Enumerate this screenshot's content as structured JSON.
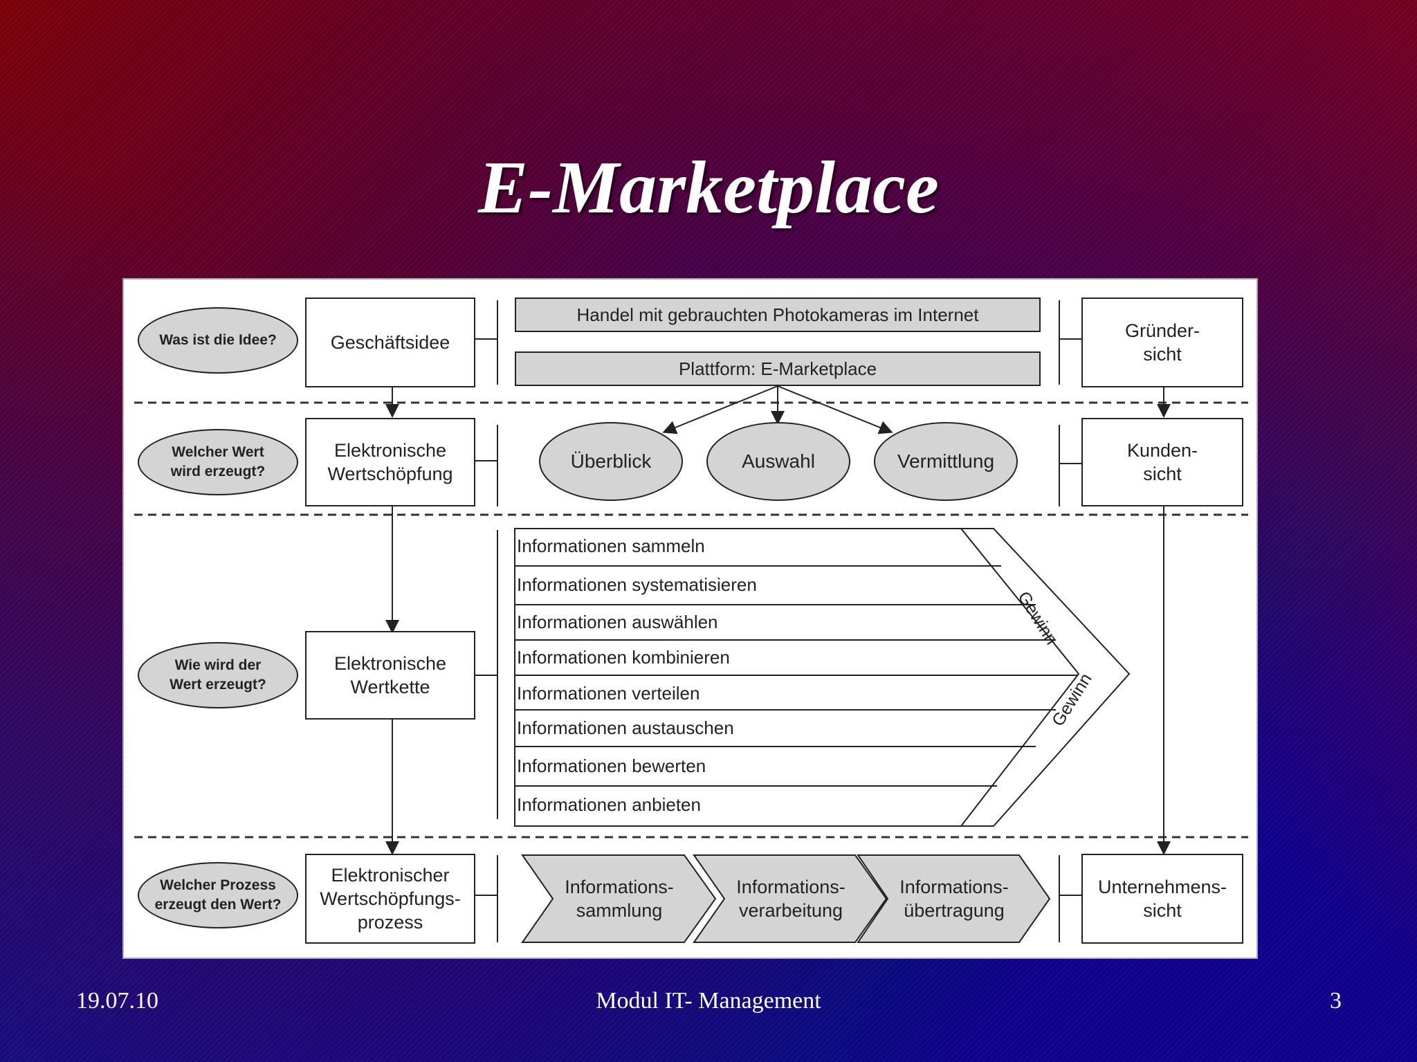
{
  "slide": {
    "title": "E-Marketplace",
    "date": "19.07.10",
    "footer": "Modul IT- Management",
    "page_number": "3"
  },
  "diagram": {
    "questions": [
      "Was ist die Idee?",
      "Welcher Wert\nwird erzeugt?",
      "Wie wird der\nWert erzeugt?",
      "Welcher Prozess\nerzeugt den Wert?"
    ],
    "levels": [
      "Geschäftsidee",
      "Elektronische\nWertschöpfung",
      "Elektronische\nWertkette",
      "Elektronischer\nWertschöpfungs-\nprozess"
    ],
    "idea_bars": [
      "Handel mit gebrauchten Photokameras im Internet",
      "Plattform: E-Marketplace"
    ],
    "values": [
      "Überblick",
      "Auswahl",
      "Vermittlung"
    ],
    "value_chain": [
      "Informationen sammeln",
      "Informationen systematisieren",
      "Informationen auswählen",
      "Informationen kombinieren",
      "Informationen verteilen",
      "Informationen austauschen",
      "Informationen bewerten",
      "Informationen anbieten"
    ],
    "gain_label": "Gewinn",
    "process_steps": [
      "Informations-\nsammlung",
      "Informations-\nverarbeitung",
      "Informations-\nübertragung"
    ],
    "views": [
      "Gründer-\nsicht",
      "Kunden-\nsicht",
      "Unternehmens-\nsicht"
    ]
  },
  "colors": {
    "box_fill": "#d4d4d4",
    "title_text": "#ffffff"
  }
}
